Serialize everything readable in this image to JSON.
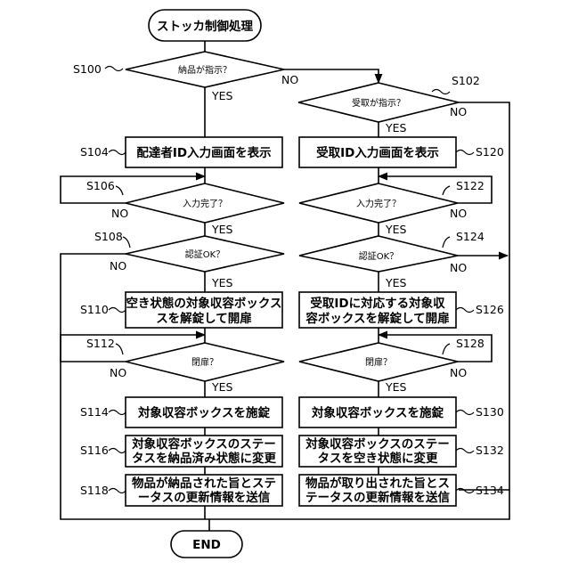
{
  "flow": {
    "start": "ストッカ制御処理",
    "end": "END",
    "yes": "YES",
    "no": "NO",
    "decisions": {
      "s100": "納品が指示？",
      "s102": "受取が指示？",
      "s106": "入力完了？",
      "s122": "入力完了？",
      "s108": "認証OK？",
      "s124": "認証OK？",
      "s112": "閉扉？",
      "s128": "閉扉？"
    },
    "processes": {
      "s104": [
        "配達者ID入力画面を表示"
      ],
      "s120": [
        "受取ID入力画面を表示"
      ],
      "s110": [
        "空き状態の対象収容ボックス",
        "スを解錠して開扉"
      ],
      "s126": [
        "受取IDに対応する対象収",
        "容ボックスを解錠して開扉"
      ],
      "s114": [
        "対象収容ボックスを施錠"
      ],
      "s130": [
        "対象収容ボックスを施錠"
      ],
      "s116": [
        "対象収容ボックスのステー",
        "タスを納品済み状態に変更"
      ],
      "s132": [
        "対象収容ボックスのステー",
        "タスを空き状態に変更"
      ],
      "s118": [
        "物品が納品された旨とステ",
        "ータスの更新情報を送信"
      ],
      "s134": [
        "物品が取り出された旨とス",
        "テータスの更新情報を送信"
      ]
    },
    "steps": {
      "s100": "S100",
      "s102": "S102",
      "s104": "S104",
      "s106": "S106",
      "s108": "S108",
      "s110": "S110",
      "s112": "S112",
      "s114": "S114",
      "s116": "S116",
      "s118": "S118",
      "s120": "S120",
      "s122": "S122",
      "s124": "S124",
      "s126": "S126",
      "s128": "S128",
      "s130": "S130",
      "s132": "S132",
      "s134": "S134"
    }
  }
}
